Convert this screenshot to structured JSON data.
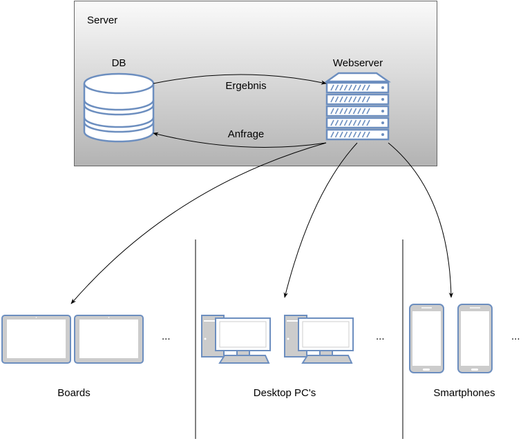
{
  "server": {
    "label": "Server",
    "fill_top": "#fafafa",
    "fill_bottom": "#b3b3b3"
  },
  "db": {
    "label": "DB"
  },
  "webserver": {
    "label": "Webserver"
  },
  "edges": {
    "result": "Ergebnis",
    "request": "Anfrage"
  },
  "clients": {
    "boards": {
      "label": "Boards",
      "more": "..."
    },
    "desktops": {
      "label": "Desktop PC's",
      "more": "..."
    },
    "smartphones": {
      "label": "Smartphones",
      "more": "..."
    }
  },
  "colors": {
    "icon_stroke": "#6c8ebf",
    "icon_fill": "#ffffff",
    "device_body": "#cccccc",
    "device_screen": "#ffffff"
  },
  "icons": [
    "database-icon",
    "server-rack-icon",
    "tablet-icon",
    "desktop-pc-icon",
    "smartphone-icon"
  ]
}
